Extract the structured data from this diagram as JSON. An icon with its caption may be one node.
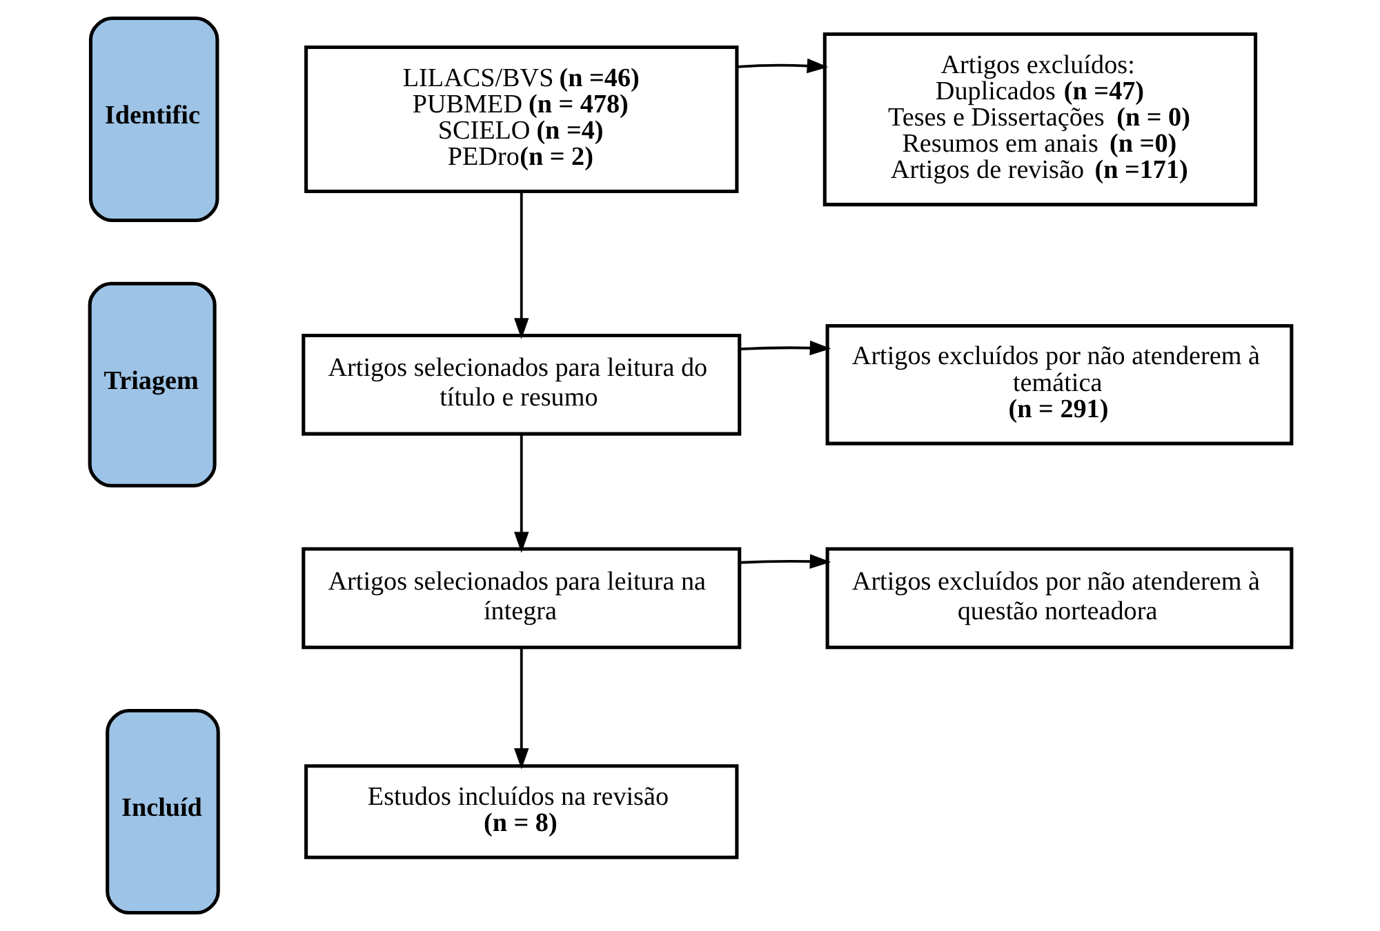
{
  "diagram": {
    "nodes": [
      {
        "text": [
          "Identific"
        ]
      },
      {
        "text": [
          "LILACS/BVS **(n =46)**",
          "PUBMED **(n = 478)**",
          "SCIELO **(n =4)**",
          "PEDro**(n = 2)**"
        ]
      },
      {
        "text": [
          "Artigos excluídos:",
          "Duplicados **(n =47)**",
          "Teses e Dissertações **(n = 0)**",
          "Resumos em anais **(n =0)**",
          "Artigos de revisão **(n =171)**"
        ]
      },
      {
        "text": [
          "Triagem"
        ]
      },
      {
        "text": [
          "Artigos selecionados para leitura do título e resumo"
        ]
      },
      {
        "text": [
          "Artigos excluídos por não atenderem à temática",
          "**(n = 291)**"
        ]
      },
      {
        "text": [
          "Artigos selecionados para leitura na íntegra"
        ]
      },
      {
        "text": [
          "Artigos excluídos por não atenderem à questão norteadora"
        ]
      },
      {
        "text": [
          "Incluíd"
        ]
      },
      {
        "text": [
          "Estudos incluídos na revisão",
          "**(n = 8)**"
        ]
      }
    ],
    "edges": [
      {
        "from": 1,
        "to": 2,
        "arrow": "to"
      },
      {
        "from": 1,
        "to": 4,
        "arrow": "to"
      },
      {
        "from": 4,
        "to": 5,
        "arrow": "to"
      },
      {
        "from": 4,
        "to": 6,
        "arrow": "to"
      },
      {
        "from": 6,
        "to": 7,
        "arrow": "to"
      },
      {
        "from": 6,
        "to": 9,
        "arrow": "to"
      }
    ]
  }
}
